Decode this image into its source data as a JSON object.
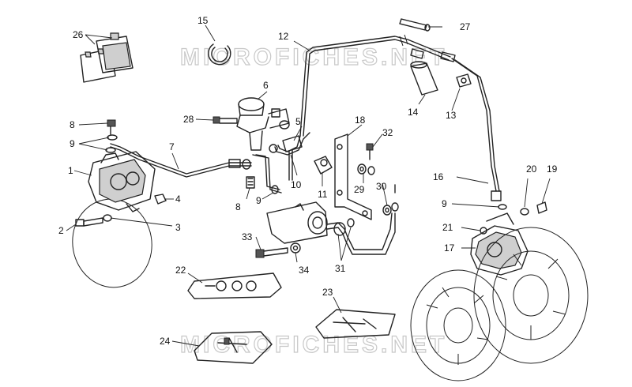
{
  "watermark": "MICROFICHES.NET",
  "callouts": [
    {
      "id": "c1",
      "text": "1"
    },
    {
      "id": "c2",
      "text": "2"
    },
    {
      "id": "c3",
      "text": "3"
    },
    {
      "id": "c4",
      "text": "4"
    },
    {
      "id": "c5",
      "text": "5"
    },
    {
      "id": "c6",
      "text": "6"
    },
    {
      "id": "c7",
      "text": "7"
    },
    {
      "id": "c8a",
      "text": "8"
    },
    {
      "id": "c8b",
      "text": "8"
    },
    {
      "id": "c9a",
      "text": "9"
    },
    {
      "id": "c9b",
      "text": "9"
    },
    {
      "id": "c9c",
      "text": "9"
    },
    {
      "id": "c10",
      "text": "10"
    },
    {
      "id": "c11",
      "text": "11"
    },
    {
      "id": "c12",
      "text": "12"
    },
    {
      "id": "c13",
      "text": "13"
    },
    {
      "id": "c14",
      "text": "14"
    },
    {
      "id": "c15",
      "text": "15"
    },
    {
      "id": "c16",
      "text": "16"
    },
    {
      "id": "c17",
      "text": "17"
    },
    {
      "id": "c18",
      "text": "18"
    },
    {
      "id": "c19",
      "text": "19"
    },
    {
      "id": "c20",
      "text": "20"
    },
    {
      "id": "c21",
      "text": "21"
    },
    {
      "id": "c22",
      "text": "22"
    },
    {
      "id": "c23",
      "text": "23"
    },
    {
      "id": "c24",
      "text": "24"
    },
    {
      "id": "c26",
      "text": "26"
    },
    {
      "id": "c27",
      "text": "27"
    },
    {
      "id": "c28",
      "text": "28"
    },
    {
      "id": "c29",
      "text": "29"
    },
    {
      "id": "c30",
      "text": "30"
    },
    {
      "id": "c31",
      "text": "31"
    },
    {
      "id": "c32",
      "text": "32"
    },
    {
      "id": "c33",
      "text": "33"
    },
    {
      "id": "c34",
      "text": "34"
    }
  ]
}
